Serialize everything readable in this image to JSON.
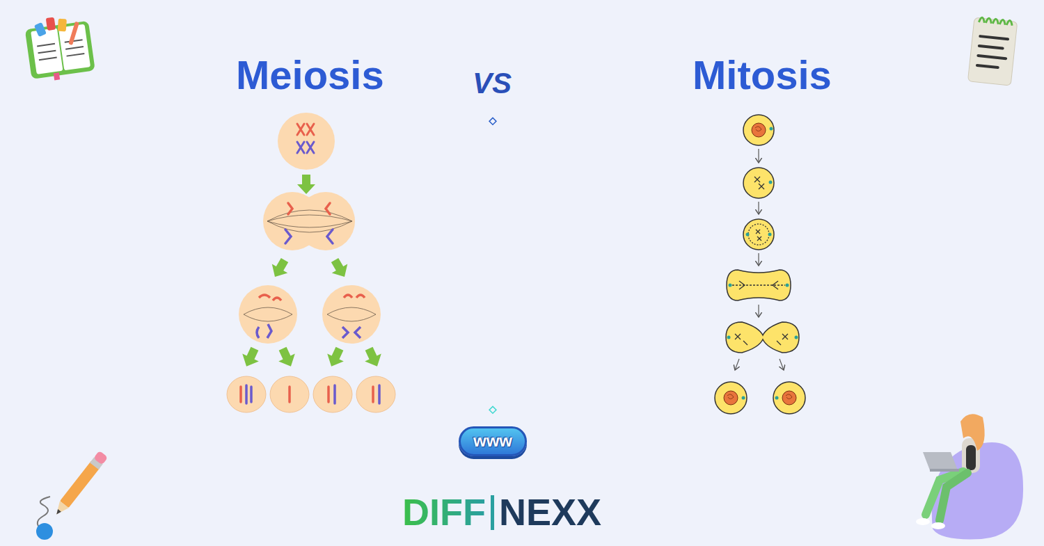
{
  "diagram": {
    "nodes": [
      {
        "text": [
          "www"
        ]
      }
    ],
    "labels": [
      "Meiosis",
      "VS",
      "Mitosis",
      "DIFF",
      "NEXX"
    ]
  }
}
